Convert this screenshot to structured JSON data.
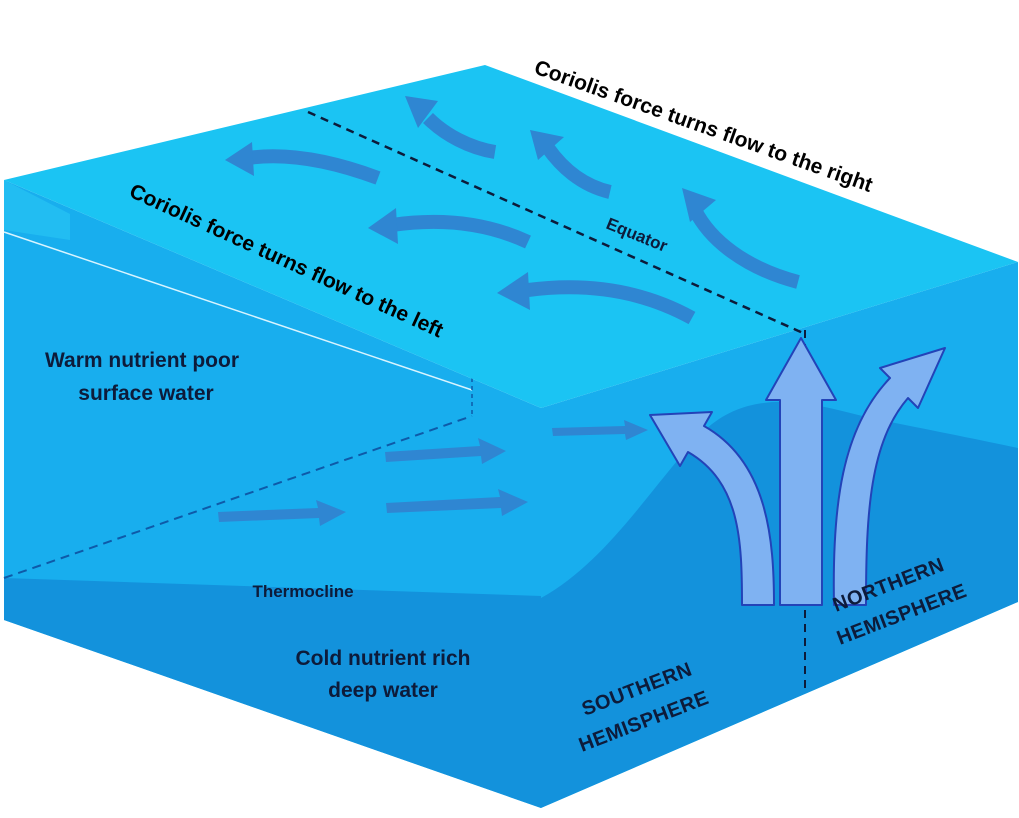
{
  "labels": {
    "coriolis_right": "Coriolis force turns flow to the right",
    "coriolis_left": "Coriolis force turns flow to the left",
    "equator": "Equator",
    "warm_line1": "Warm nutrient poor",
    "warm_line2": "surface water",
    "thermocline": "Thermocline",
    "cold_line1": "Cold nutrient rich",
    "cold_line2": "deep water",
    "southern_line1": "SOUTHERN",
    "southern_line2": "HEMISPHERE",
    "northern_line1": "NORTHERN",
    "northern_line2": "HEMISPHERE"
  },
  "colors": {
    "top_face": "#1bc4f3",
    "surface_water": "#18aeee",
    "deep_water": "#1392dc",
    "flow_arrow": "#2f86d2",
    "upwelling_arrow_fill": "#7fb2f2",
    "upwelling_arrow_stroke": "#2343b8"
  }
}
